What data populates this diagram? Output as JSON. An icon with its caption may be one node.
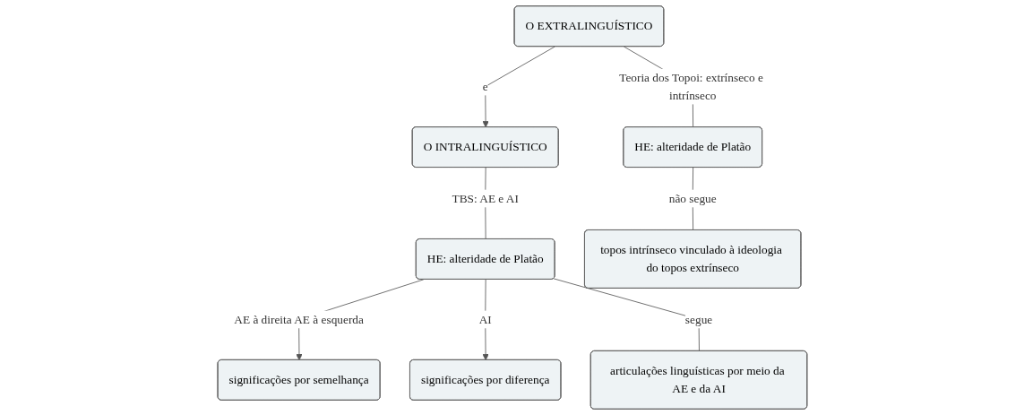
{
  "diagram": {
    "nodes": [
      {
        "text": [
          "O EXTRALINGUÍSTICO"
        ]
      },
      {
        "text": [
          "O INTRALINGUÍSTICO"
        ]
      },
      {
        "text": [
          "significações por semelhança"
        ]
      },
      {
        "text": [
          "HE: alteridade de Platão"
        ]
      },
      {
        "text": [
          "HE: alteridade de Platão"
        ]
      },
      {
        "text": [
          "significações por diferença"
        ]
      },
      {
        "text": [
          "topos intrínseco vinculado à ideologia do topos extrínseco"
        ]
      },
      {
        "text": [
          "articulações linguísticas por meio da AE e da AI"
        ]
      }
    ],
    "edges": [
      {
        "from": 0,
        "to": 1,
        "arrow": "to",
        "label": "e"
      },
      {
        "from": 0,
        "to": 3,
        "arrow": "none",
        "label": "Teoria dos Topoi: extrínseco e intrínseco"
      },
      {
        "from": 1,
        "to": 4,
        "arrow": "none",
        "label": "TBS: AE e AI"
      },
      {
        "from": 4,
        "to": 2,
        "arrow": "to",
        "label": "AE à direita AE à esquerda"
      },
      {
        "from": 4,
        "to": 5,
        "arrow": "to",
        "label": "AI"
      },
      {
        "from": 3,
        "to": 6,
        "arrow": "none",
        "label": "não segue"
      },
      {
        "from": 4,
        "to": 7,
        "arrow": "none",
        "label": "segue"
      }
    ]
  }
}
